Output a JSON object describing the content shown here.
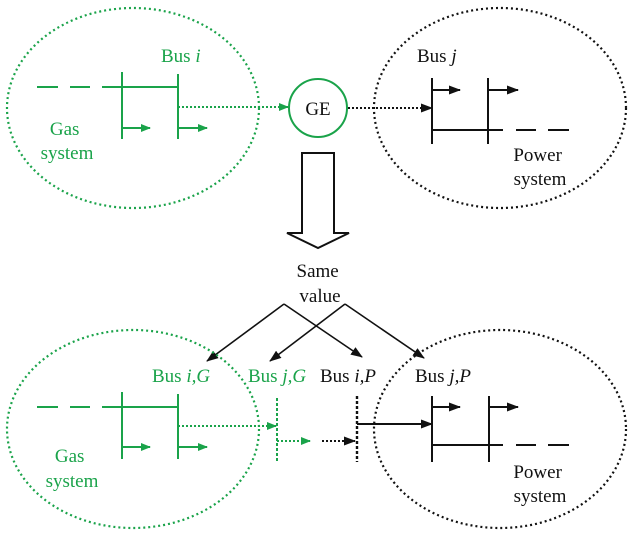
{
  "colors": {
    "gas": "#1aa34a",
    "power": "#111111"
  },
  "top": {
    "gas_system": {
      "line1": "Gas",
      "line2": "system"
    },
    "bus_i": {
      "prefix": "Bus ",
      "index": "i"
    },
    "ge_node": "GE",
    "bus_j": {
      "prefix": "Bus ",
      "index": "j"
    },
    "power_system": {
      "line1": "Power",
      "line2": "system"
    }
  },
  "transition": {
    "arrow_icon": "hollow-down-arrow",
    "same_value": {
      "line1": "Same",
      "line2": "value"
    }
  },
  "bottom": {
    "gas_system": {
      "line1": "Gas",
      "line2": "system"
    },
    "bus_i_g": {
      "prefix": "Bus ",
      "index": "i",
      "suffix": ",G"
    },
    "bus_j_g": {
      "prefix": "Bus ",
      "index": "j",
      "suffix": ",G"
    },
    "bus_i_p": {
      "prefix": "Bus ",
      "index": "i",
      "suffix": ",P"
    },
    "bus_j_p": {
      "prefix": "Bus ",
      "index": "j",
      "suffix": ",P"
    },
    "power_system": {
      "line1": "Power",
      "line2": "system"
    }
  }
}
